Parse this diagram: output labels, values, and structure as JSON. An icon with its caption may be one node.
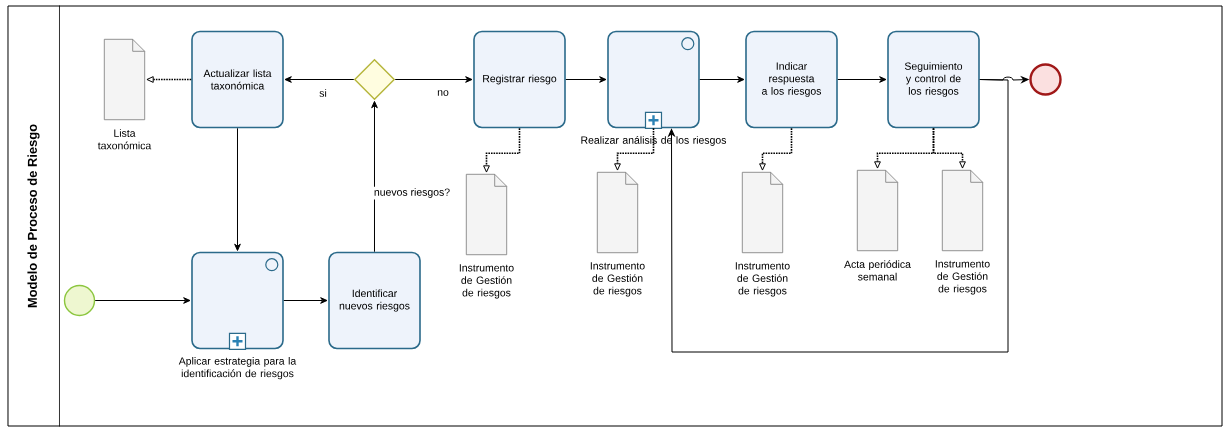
{
  "diagram": {
    "nodes": [
      {
        "text": [
          "Modelo de Proceso de Riesgo"
        ]
      },
      {
        "text": [],
        "shape": "circle",
        "in": 0
      },
      {
        "text": [
          "Aplicar estrategia para la identificación de riesgos"
        ],
        "in": 0
      },
      {
        "text": [
          "Identificar nuevos riesgos"
        ],
        "in": 0
      },
      {
        "text": [],
        "shape": "diamond",
        "in": 0
      },
      {
        "text": [
          "Actualizar lista taxonómica"
        ],
        "in": 0
      },
      {
        "text": [
          "Lista taxonómica"
        ],
        "in": 0
      },
      {
        "text": [
          "Registrar riesgo"
        ],
        "in": 0
      },
      {
        "text": [
          "Realizar análisis de los riesgos"
        ],
        "in": 0
      },
      {
        "text": [
          "Indicar respuesta a los riesgos"
        ],
        "in": 0
      },
      {
        "text": [
          "Seguimiento y control de los riesgos"
        ],
        "in": 0
      },
      {
        "text": [],
        "shape": "circle",
        "in": 0
      },
      {
        "text": [
          "Instrumento de Gestión de riesgos"
        ],
        "in": 0
      },
      {
        "text": [
          "Instrumento de Gestión de riesgos"
        ],
        "in": 0
      },
      {
        "text": [
          "Instrumento de Gestión de riesgos"
        ],
        "in": 0
      },
      {
        "text": [
          "Acta periódica semanal"
        ],
        "in": 0
      },
      {
        "text": [
          "Instrumento de Gestión de riesgos"
        ],
        "in": 0
      }
    ],
    "edges": [
      {
        "from": 1,
        "to": 2,
        "arrow": "to"
      },
      {
        "from": 2,
        "to": 3,
        "arrow": "to"
      },
      {
        "from": 3,
        "to": 4,
        "arrow": "to",
        "label": "nuevos riesgos?"
      },
      {
        "from": 4,
        "to": 5,
        "arrow": "to",
        "label": "si"
      },
      {
        "from": 4,
        "to": 7,
        "arrow": "to",
        "label": "no"
      },
      {
        "from": 5,
        "to": 6,
        "arrow": "to",
        "style": "dashed"
      },
      {
        "from": 5,
        "to": 2,
        "arrow": "to"
      },
      {
        "from": 7,
        "to": 8,
        "arrow": "to"
      },
      {
        "from": 8,
        "to": 9,
        "arrow": "to"
      },
      {
        "from": 9,
        "to": 10,
        "arrow": "to"
      },
      {
        "from": 10,
        "to": 11,
        "arrow": "to"
      },
      {
        "from": 10,
        "to": 8,
        "arrow": "to"
      },
      {
        "from": 7,
        "to": 12,
        "arrow": "to",
        "style": "dashed"
      },
      {
        "from": 8,
        "to": 13,
        "arrow": "to",
        "style": "dashed"
      },
      {
        "from": 9,
        "to": 14,
        "arrow": "to",
        "style": "dashed"
      },
      {
        "from": 10,
        "to": 15,
        "arrow": "to",
        "style": "dashed"
      },
      {
        "from": 10,
        "to": 16,
        "arrow": "to",
        "style": "dashed"
      }
    ]
  }
}
